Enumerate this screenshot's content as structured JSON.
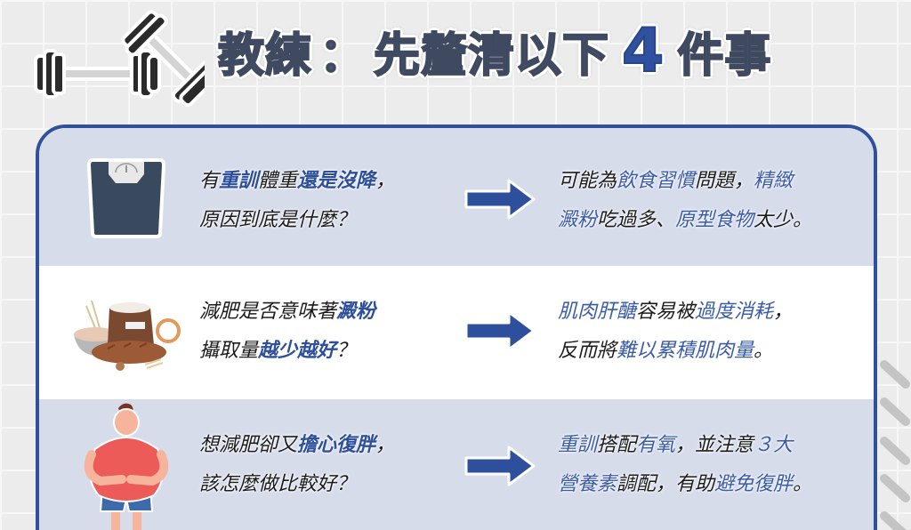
{
  "header": {
    "title_prefix": "教練",
    "title_colon": "：",
    "title_main": "先釐清以下",
    "title_number": "4",
    "title_suffix": "件事",
    "icon": "dumbbells-icon"
  },
  "colors": {
    "accent_blue": "#2f51a0",
    "title_gray": "#495670",
    "row_tint": "#d7dceb",
    "border": "#30509a"
  },
  "rows": [
    {
      "icon": "bathroom-scale-icon",
      "question": {
        "line1": [
          {
            "text": "有",
            "hl": false
          },
          {
            "text": "重訓",
            "hl": true
          },
          {
            "text": "體重",
            "hl": false
          },
          {
            "text": "還是沒降",
            "hl": true
          },
          {
            "text": "，",
            "hl": false
          }
        ],
        "line2": [
          {
            "text": "原因到底是什麼？",
            "hl": false
          }
        ]
      },
      "answer": {
        "line1": [
          {
            "text": "可能為",
            "hl": false
          },
          {
            "text": "飲食習慣",
            "hl": true
          },
          {
            "text": "問題，",
            "hl": false
          },
          {
            "text": "精緻",
            "hl": true
          }
        ],
        "line2": [
          {
            "text": "澱粉",
            "hl": true
          },
          {
            "text": "吃過多、",
            "hl": false
          },
          {
            "text": "原型食物",
            "hl": true
          },
          {
            "text": "太少。",
            "hl": false
          }
        ]
      }
    },
    {
      "icon": "bread-flour-icon",
      "question": {
        "line1": [
          {
            "text": "減肥是否意味著",
            "hl": false
          },
          {
            "text": "澱粉",
            "hl": true
          }
        ],
        "line2": [
          {
            "text": "攝取量",
            "hl": false
          },
          {
            "text": "越少越好",
            "hl": true
          },
          {
            "text": "？",
            "hl": false
          }
        ]
      },
      "answer": {
        "line1": [
          {
            "text": "肌肉肝醣",
            "hl": true
          },
          {
            "text": "容易被",
            "hl": false
          },
          {
            "text": "過度消耗",
            "hl": true
          },
          {
            "text": "，",
            "hl": false
          }
        ],
        "line2": [
          {
            "text": "反而將",
            "hl": false
          },
          {
            "text": "難以累積肌肉量",
            "hl": true
          },
          {
            "text": "。",
            "hl": false
          }
        ]
      }
    },
    {
      "icon": "overweight-man-icon",
      "question": {
        "line1": [
          {
            "text": "想減肥卻又",
            "hl": false
          },
          {
            "text": "擔心復胖",
            "hl": true
          },
          {
            "text": "，",
            "hl": false
          }
        ],
        "line2": [
          {
            "text": "該怎麼做比較好？",
            "hl": false
          }
        ]
      },
      "answer": {
        "line1": [
          {
            "text": "重訓",
            "hl": true
          },
          {
            "text": "搭配",
            "hl": false
          },
          {
            "text": "有氧",
            "hl": true
          },
          {
            "text": "，並注意",
            "hl": false
          },
          {
            "text": "３大",
            "hl": true
          }
        ],
        "line2": [
          {
            "text": "營養素",
            "hl": true
          },
          {
            "text": "調配，有助",
            "hl": false
          },
          {
            "text": "避免復胖",
            "hl": true
          },
          {
            "text": "。",
            "hl": false
          }
        ]
      }
    }
  ]
}
